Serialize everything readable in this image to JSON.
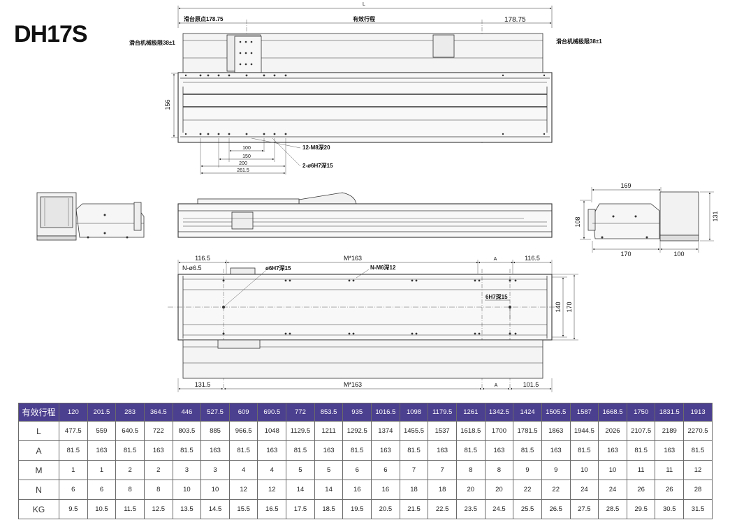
{
  "model": "DH17S",
  "top_view": {
    "L": "L",
    "origin_label": "滑台原点178.75",
    "stroke_label": "有效行程",
    "right_dim": "178.75",
    "limit_left": "滑台机械极限38±1",
    "limit_right": "滑台机械极限38±1",
    "height": "156",
    "d100": "100",
    "d150": "150",
    "d200": "200",
    "d261": "261.5",
    "screws": "12-M8深20",
    "pins": "2-ø6H7深15"
  },
  "side_views": {
    "w169": "169",
    "h131": "131",
    "h108": "108",
    "w170": "170",
    "w100": "100"
  },
  "bottom_view": {
    "left_offset": "116.5",
    "pitch": "M*163",
    "a_label": "A",
    "right_offset": "116.5",
    "n_holes": "N-ø6.5",
    "pin_hole": "ø6H7深15",
    "n_threads": "N-M6深12",
    "pin_hole2": "6H7深15",
    "h140": "140",
    "h170": "170",
    "bottom_left": "131.5",
    "bottom_pitch": "M*163",
    "bottom_a": "A",
    "bottom_right": "101.5"
  },
  "table": {
    "headers": [
      "有效行程",
      "L",
      "A",
      "M",
      "N",
      "KG"
    ],
    "columns": [
      [
        "120",
        "477.5",
        "81.5",
        "1",
        "6",
        "9.5"
      ],
      [
        "201.5",
        "559",
        "163",
        "1",
        "6",
        "10.5"
      ],
      [
        "283",
        "640.5",
        "81.5",
        "2",
        "8",
        "11.5"
      ],
      [
        "364.5",
        "722",
        "163",
        "2",
        "8",
        "12.5"
      ],
      [
        "446",
        "803.5",
        "81.5",
        "3",
        "10",
        "13.5"
      ],
      [
        "527.5",
        "885",
        "163",
        "3",
        "10",
        "14.5"
      ],
      [
        "609",
        "966.5",
        "81.5",
        "4",
        "12",
        "15.5"
      ],
      [
        "690.5",
        "1048",
        "163",
        "4",
        "12",
        "16.5"
      ],
      [
        "772",
        "1129.5",
        "81.5",
        "5",
        "14",
        "17.5"
      ],
      [
        "853.5",
        "1211",
        "163",
        "5",
        "14",
        "18.5"
      ],
      [
        "935",
        "1292.5",
        "81.5",
        "6",
        "16",
        "19.5"
      ],
      [
        "1016.5",
        "1374",
        "163",
        "6",
        "16",
        "20.5"
      ],
      [
        "1098",
        "1455.5",
        "81.5",
        "7",
        "18",
        "21.5"
      ],
      [
        "1179.5",
        "1537",
        "163",
        "7",
        "18",
        "22.5"
      ],
      [
        "1261",
        "1618.5",
        "81.5",
        "8",
        "20",
        "23.5"
      ],
      [
        "1342.5",
        "1700",
        "163",
        "8",
        "20",
        "24.5"
      ],
      [
        "1424",
        "1781.5",
        "81.5",
        "9",
        "22",
        "25.5"
      ],
      [
        "1505.5",
        "1863",
        "163",
        "9",
        "22",
        "26.5"
      ],
      [
        "1587",
        "1944.5",
        "81.5",
        "10",
        "24",
        "27.5"
      ],
      [
        "1668.5",
        "2026",
        "163",
        "10",
        "24",
        "28.5"
      ],
      [
        "1750",
        "2107.5",
        "81.5",
        "11",
        "26",
        "29.5"
      ],
      [
        "1831.5",
        "2189",
        "163",
        "11",
        "26",
        "30.5"
      ],
      [
        "1913",
        "2270.5",
        "81.5",
        "12",
        "28",
        "31.5"
      ]
    ]
  }
}
